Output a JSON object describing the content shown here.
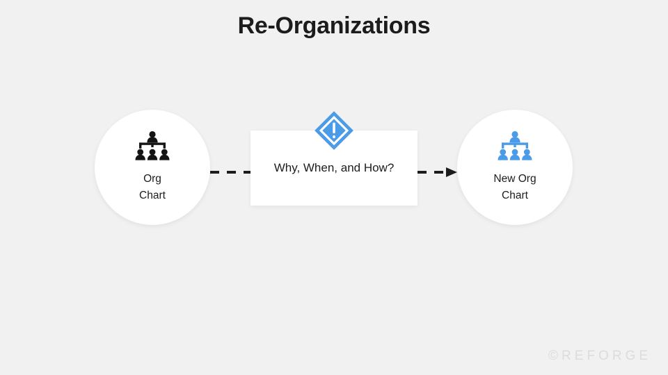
{
  "slide": {
    "title": "Re-Organizations",
    "background_color": "#f1f1f1",
    "accent_color": "#4a9be8",
    "text_color": "#1c1c1c"
  },
  "nodes": {
    "left": {
      "icon": "org-chart-icon",
      "icon_color": "#141414",
      "label_line1": "Org",
      "label_line2": "Chart"
    },
    "right": {
      "icon": "org-chart-icon",
      "icon_color": "#4a9be8",
      "label_line1": "New Org",
      "label_line2": "Chart"
    }
  },
  "center": {
    "box_label": "Why, When, and How?",
    "badge_icon": "warning-exclamation-diamond-icon",
    "badge_color": "#4a9be8"
  },
  "connectors": {
    "left": {
      "style": "dashed",
      "arrowhead": "none",
      "color": "#1c1c1c"
    },
    "right": {
      "style": "dashed",
      "arrowhead": "triangle-right",
      "color": "#1c1c1c"
    }
  },
  "watermark": {
    "text": "©REFORGE",
    "color": "#dcdcdc"
  }
}
